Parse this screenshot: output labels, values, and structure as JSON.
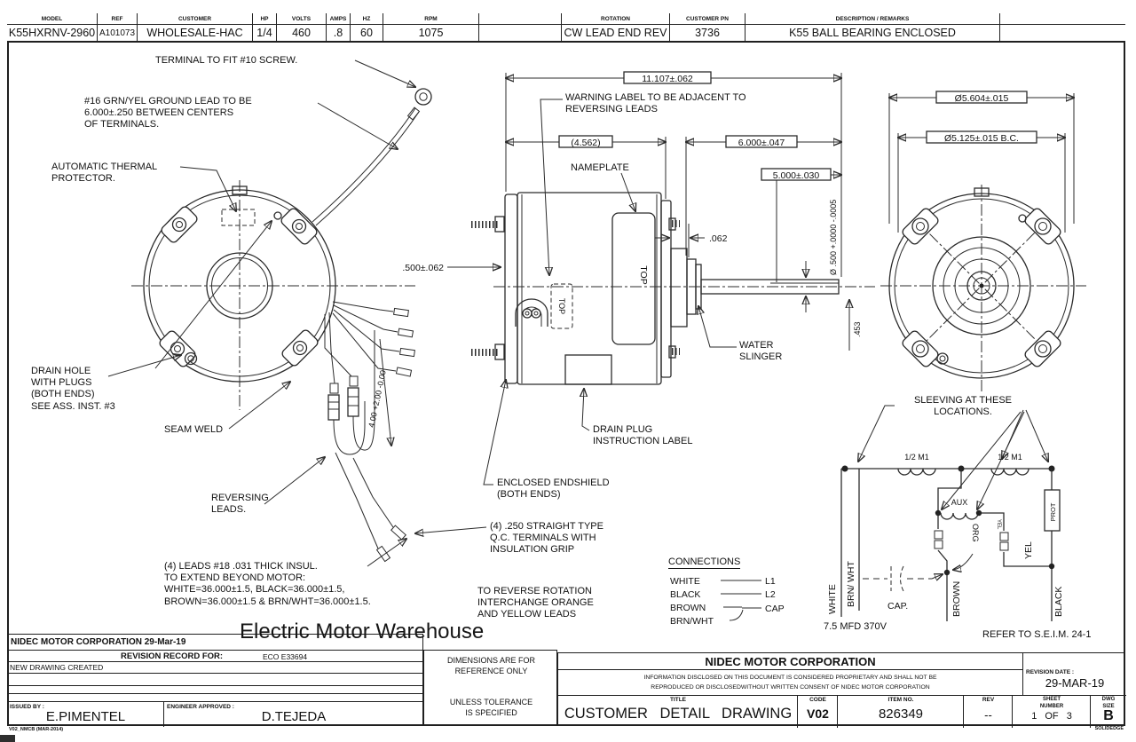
{
  "spec_table": {
    "columns": [
      {
        "label": "MODEL",
        "value": "K55HXRNV-2960"
      },
      {
        "label": "REF",
        "value": "A101073"
      },
      {
        "label": "CUSTOMER",
        "value": "WHOLESALE-HAC"
      },
      {
        "label": "HP",
        "value": "1/4"
      },
      {
        "label": "VOLTS",
        "value": "460"
      },
      {
        "label": "AMPS",
        "value": ".8"
      },
      {
        "label": "HZ",
        "value": "60"
      },
      {
        "label": "RPM",
        "value": "1075"
      },
      {
        "label": "",
        "value": ""
      },
      {
        "label": "ROTATION",
        "value": "CW LEAD END REV"
      },
      {
        "label": "CUSTOMER PN",
        "value": "3736"
      },
      {
        "label": "DESCRIPTION / REMARKS",
        "value": "K55 BALL BEARING ENCLOSED"
      },
      {
        "label": "",
        "value": ""
      }
    ]
  },
  "notes": {
    "terminal": "TERMINAL TO FIT #10 SCREW.",
    "ground_lead": "#16 GRN/YEL GROUND LEAD TO BE\n6.000±.250 BETWEEN CENTERS\nOF TERMINALS.",
    "thermal": "AUTOMATIC THERMAL\nPROTECTOR.",
    "drain_hole": "DRAIN HOLE\nWITH PLUGS\n(BOTH ENDS)\nSEE ASS. INST. #3",
    "seam_weld": "SEAM WELD",
    "reversing_leads": "REVERSING\nLEADS.",
    "leads_note": "(4) LEADS #18 .031 THICK INSUL.\nTO EXTEND BEYOND MOTOR:\nWHITE=36.000±1.5, BLACK=36.000±1.5,\nBROWN=36.000±1.5 & BRN/WHT=36.000±1.5.",
    "warning_label": "WARNING LABEL TO BE ADJACENT TO\nREVERSING LEADS",
    "nameplate": "NAMEPLATE",
    "water_slinger": "WATER\nSLINGER",
    "drain_plug": "DRAIN PLUG\nINSTRUCTION LABEL",
    "endshield": "ENCLOSED ENDSHIELD\n(BOTH ENDS)",
    "qc_terminals": "(4) .250 STRAIGHT TYPE\nQ.C. TERMINALS WITH\nINSULATION GRIP",
    "reverse_rotation": "TO REVERSE ROTATION\nINTERCHANGE ORANGE\nAND YELLOW LEADS",
    "sleeving": "SLEEVING AT THESE\nLOCATIONS.",
    "refer": "REFER TO S.E.I.M. 24-1",
    "cap_rating": "7.5 MFD 370V"
  },
  "dims": {
    "overall_length": "11.107±.062",
    "body_length": "(4.562)",
    "shaft_ext": "6.000±.047",
    "shaft_usable": "5.000±.030",
    "slinger_gap": ".062",
    "stud_ext": ".500±.062",
    "shaft_dia": "Ø .500 +.0000 -.0005",
    "shaft_flat": ".453",
    "lead_length": "4.00 +2.00 -0.00",
    "shell_dia": "Ø5.604±.015",
    "bolt_circle": "Ø5.125±.015 B.C.",
    "top_label": "TOP"
  },
  "connections": {
    "title": "CONNECTIONS",
    "rows": [
      {
        "lead": "WHITE",
        "to": "L1"
      },
      {
        "lead": "BLACK",
        "to": "L2"
      },
      {
        "lead": "BROWN",
        "to": "CAP"
      },
      {
        "lead": "BRN/WHT",
        "to": ""
      }
    ]
  },
  "schematic": {
    "coil1": "1/2 M1",
    "coil2": "1/2 M1",
    "aux": "AUX",
    "prot": "PROT",
    "white": "WHITE",
    "brnwht": "BRN/ WHT",
    "cap": "CAP.",
    "brown": "BROWN",
    "org": "ORG",
    "yel_small": "YEL",
    "yel": "YEL",
    "black": "BLACK"
  },
  "watermark": "Electric Motor Warehouse",
  "title_block": {
    "company_date": "NIDEC MOTOR CORPORATION 29-Mar-19",
    "revision_record": "REVISION RECORD FOR:",
    "eco": "ECO E33694",
    "revision_note": "NEW DRAWING CREATED",
    "issued_by_label": "ISSUED BY :",
    "issued_by": "E.PIMENTEL",
    "engineer_label": "ENGINEER APPROVED :",
    "engineer": "D.TEJEDA",
    "dims_ref": "DIMENSIONS ARE FOR\nREFERENCE ONLY",
    "unless": "UNLESS TOLERANCE\nIS SPECIFIED",
    "company": "NIDEC MOTOR CORPORATION",
    "proprietary": "INFORMATION DISCLOSED ON THIS DOCUMENT IS CONSIDERED PROPRIETARY AND SHALL NOT BE\nREPRODUCED OR DISCLOSEDWITHOUT WRITTEN CONSENT OF NIDEC MOTOR CORPORATION",
    "revision_date_label": "REVISION DATE :",
    "revision_date": "29-MAR-19",
    "title_label": "TITLE",
    "title": "CUSTOMER DETAIL DRAWING",
    "code_label": "CODE",
    "code": "V02",
    "item_label": "ITEM NO.",
    "item": "826349",
    "rev_label": "REV",
    "rev": "--",
    "sheet_label": "SHEET\nNUMBER",
    "sheet": "1 OF 3",
    "size_label": "DWG\nSIZE",
    "size": "B",
    "form_code": "V02_NMCB (MAR-2014)",
    "cad": "SOLIDEDGE"
  }
}
